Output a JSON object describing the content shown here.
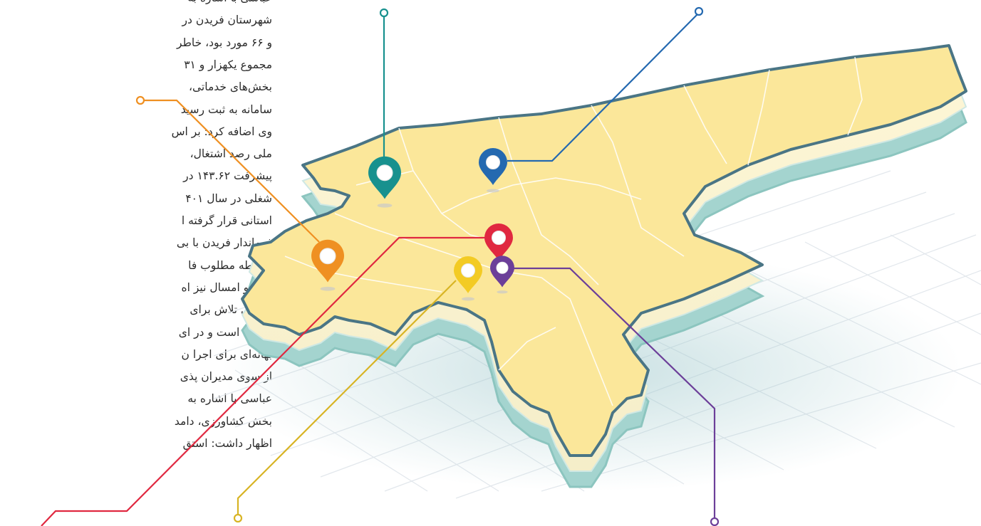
{
  "article": {
    "lines": [
      "عباسی با اشاره به",
      "شهرستان فریدن در",
      "و ۶۶ مورد بود، خاطر",
      "مجموع یکهزار و ۳۱",
      "بخش‌های خدماتی،",
      "سامانه به ثبت رسید",
      "وی اضافه کرد: بر اس",
      "ملی رصد اشتغال،",
      "پیشرفت ۱۴۳.۶۲ در",
      "شغلی در سال ۴۰۱",
      "استانی قرار گرفته ا",
      "فرماندار فریدن با بی",
      "با نقطه مطلوب فا",
      "این رو امسال نیز اه",
      "اجرایی تلاش برای",
      "اشغال است و در ای",
      "بهانه‌ای برای اجرا ن",
      "از سوی مدیران پذی",
      "عباسی با اشاره به",
      "بخش کشاورزی، دامد",
      "اظهار داشت: استق"
    ]
  },
  "map": {
    "land_color": "#fbe79a",
    "border_color": "#4a7585",
    "side_color": "#a9d6d2",
    "pins": [
      {
        "name": "teal-pin",
        "color": "#18918e"
      },
      {
        "name": "blue-pin",
        "color": "#2469b0"
      },
      {
        "name": "orange-pin",
        "color": "#ef9022"
      },
      {
        "name": "red-pin",
        "color": "#e02840"
      },
      {
        "name": "yellow-pin",
        "color": "#f3cb24"
      },
      {
        "name": "purple-pin",
        "color": "#6c3f99"
      }
    ]
  }
}
